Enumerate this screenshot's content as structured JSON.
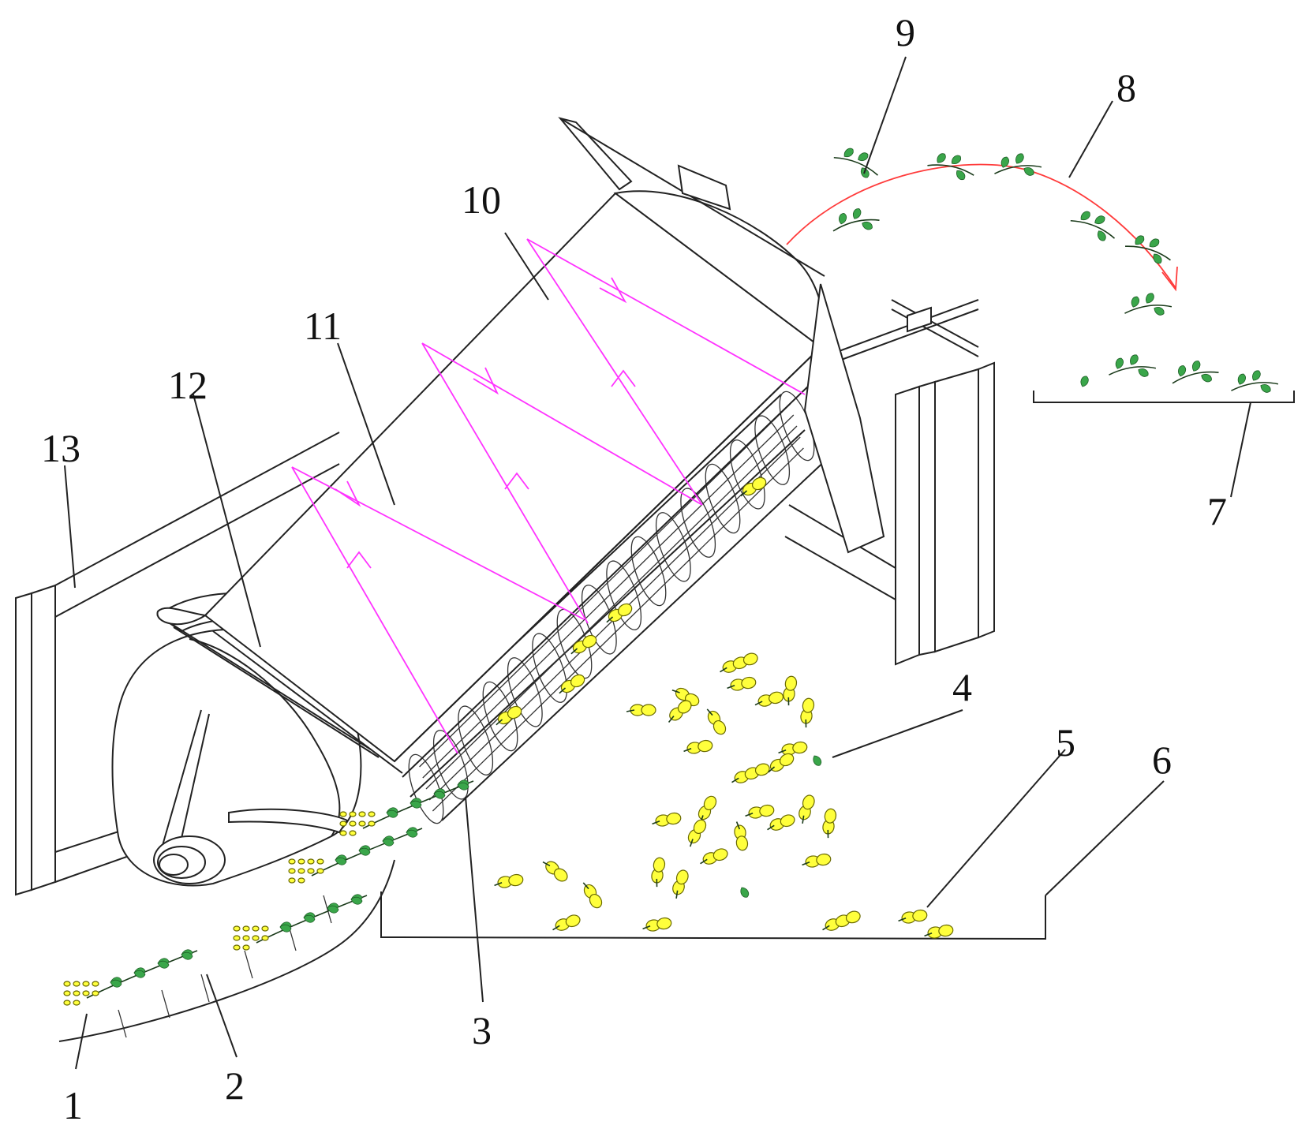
{
  "figure": {
    "labels": [
      {
        "id": "l1",
        "text": "1"
      },
      {
        "id": "l2",
        "text": "2"
      },
      {
        "id": "l3",
        "text": "3"
      },
      {
        "id": "l4",
        "text": "4"
      },
      {
        "id": "l5",
        "text": "5"
      },
      {
        "id": "l6",
        "text": "6"
      },
      {
        "id": "l7",
        "text": "7"
      },
      {
        "id": "l8",
        "text": "8"
      },
      {
        "id": "l9",
        "text": "9"
      },
      {
        "id": "l10",
        "text": "10"
      },
      {
        "id": "l11",
        "text": "11"
      },
      {
        "id": "l12",
        "text": "12"
      },
      {
        "id": "l13",
        "text": "13"
      }
    ]
  },
  "colors": {
    "airflow": "#ff33ff",
    "trajectory": "#ff3b3b",
    "fruit": "#ffff3c",
    "leaf": "#3aa64a",
    "line": "#222222"
  },
  "icons": {
    "fruit": "yellow-fruit-cluster",
    "leaf": "green-leaf",
    "branch": "leafy-branch"
  }
}
